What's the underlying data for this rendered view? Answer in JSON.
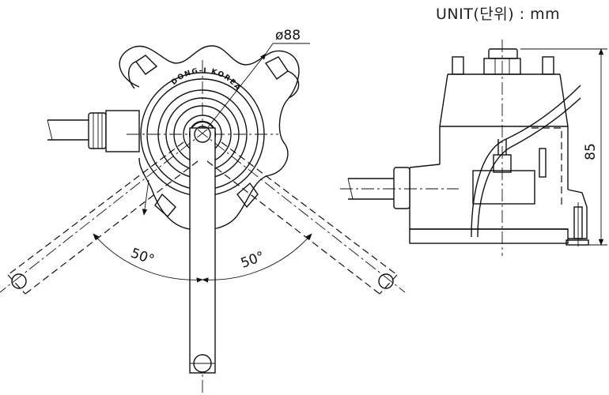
{
  "unit_label": "UNIT(단위) : mm",
  "dimensions": {
    "diameter": "ø88",
    "height": "85",
    "angle_left": "50°",
    "angle_right": "50°"
  },
  "brand_ring_text": "DONG-I KOREA"
}
